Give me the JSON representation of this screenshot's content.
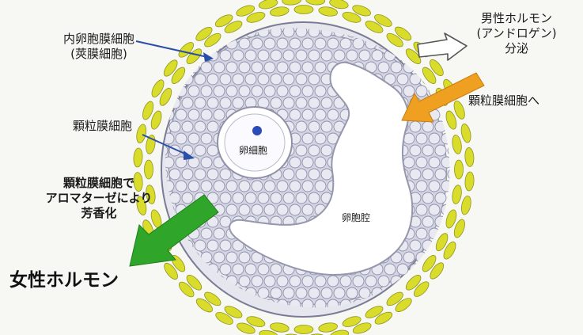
{
  "labels": {
    "theca_cells": "内卵胞膜細胞",
    "theca_cells_alt": "(莢膜細胞)",
    "granulosa_cells": "顆粒膜細胞",
    "aromatase_line1": "顆粒膜細胞で",
    "aromatase_line2": "アロマターゼにより",
    "aromatase_line3": "芳香化",
    "estrogen": "女性ホルモン",
    "androgen_line1": "男性ホルモン",
    "androgen_line2": "(アンドロゲン)",
    "androgen_line3": "分泌",
    "to_granulosa": "顆粒膜細胞へ",
    "oocyte": "卵細胞",
    "antrum": "卵胞腔"
  },
  "colors": {
    "theca": "#d9dc2a",
    "granulosa_fill": "#d7d8e6",
    "cell_outline": "#8e90a8",
    "nucleus": "#2a4bb8",
    "orange_arrow": "#f0a020",
    "green_arrow": "#2fa52a",
    "pointer": "#2a4fa8"
  },
  "icons": {
    "white_arrow": "outline-arrow-right-icon",
    "orange_arrow": "arrow-down-left-icon",
    "green_arrow": "arrow-down-left-icon"
  }
}
